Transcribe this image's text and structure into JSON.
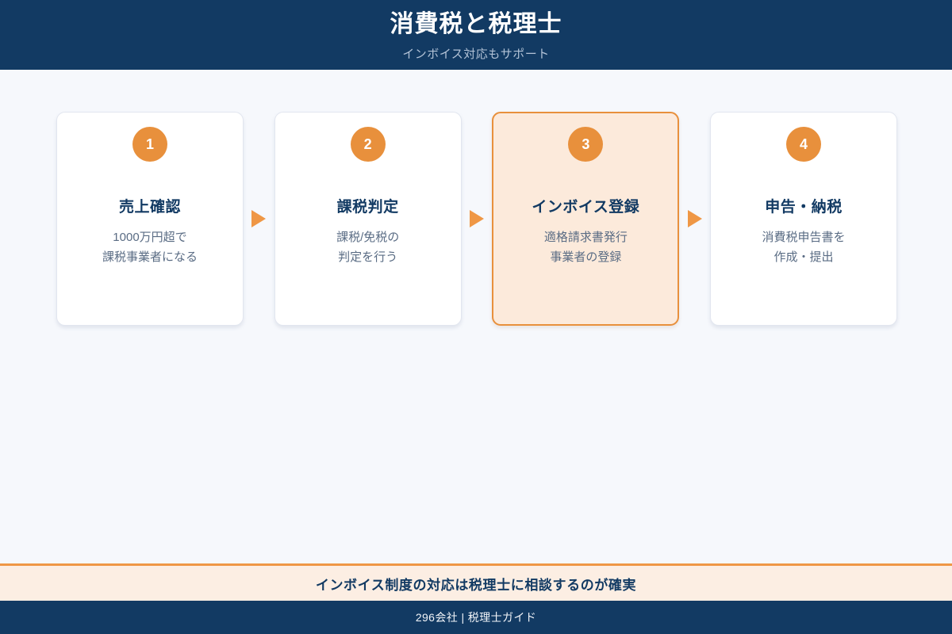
{
  "header": {
    "title": "消費税と税理士",
    "subtitle": "インボイス対応もサポート"
  },
  "flow": {
    "arrow_icon": "triangle-right-icon",
    "steps": [
      {
        "number": "1",
        "title": "売上確認",
        "description": "1000万円超で\n課税事業者になる",
        "active": false
      },
      {
        "number": "2",
        "title": "課税判定",
        "description": "課税/免税の\n判定を行う",
        "active": false
      },
      {
        "number": "3",
        "title": "インボイス登録",
        "description": "適格請求書発行\n事業者の登録",
        "active": true
      },
      {
        "number": "4",
        "title": "申告・納税",
        "description": "消費税申告書を\n作成・提出",
        "active": false
      }
    ]
  },
  "callout": {
    "text": "インボイス制度の対応は税理士に相談するのが確実"
  },
  "footer": {
    "text": "296会社 | 税理士ガイド"
  },
  "colors": {
    "navy": "#123a63",
    "orange": "#e8903c",
    "arrow_orange": "#ef9745",
    "page_background": "#f6f8fc",
    "card_background": "#ffffff",
    "active_card_background": "#fceadb",
    "callout_background": "#fceee3",
    "title_text": "#123a63",
    "description_text": "#5a6c84",
    "subtitle_text": "#b2c2d6"
  }
}
